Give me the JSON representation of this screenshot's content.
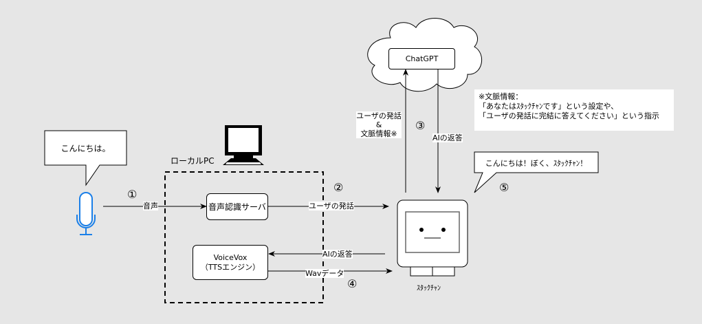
{
  "user_bubble": {
    "text": "こんにちは。"
  },
  "mic": {
    "icon": "microphone-icon",
    "color": "#1a7fe8"
  },
  "local_pc": {
    "label": "ローカルPC",
    "icon": "computer-monitor-icon"
  },
  "speech_server": {
    "label": "音声認識サーバ"
  },
  "voicevox": {
    "line1": "VoiceVox",
    "line2": "（TTSエンジン）"
  },
  "chatgpt": {
    "label": "ChatGPT"
  },
  "stackchan": {
    "label": "ｽﾀｯｸﾁｬﾝ"
  },
  "robot_bubble": {
    "text": "こんにちは！ぼく、ｽﾀｯｸﾁｬﾝ！"
  },
  "context_note": {
    "line1": "※文脈情報：",
    "line2": "「あなたはｽﾀｯｸﾁｬﾝです」という設定や、",
    "line3": "「ユーザの発話に完結に答えてください」という指示"
  },
  "arrows": {
    "voice": "音声",
    "user_utterance": "ユーザの発話",
    "to_chatgpt_line1": "ユーザの発話",
    "to_chatgpt_line2": "&",
    "to_chatgpt_line3": "文脈情報※",
    "ai_reply_from_chatgpt": "AIの返答",
    "ai_reply_to_tts": "AIの返答",
    "wav_data": "Wavデータ"
  },
  "steps": [
    "①",
    "②",
    "③",
    "④",
    "⑤"
  ]
}
